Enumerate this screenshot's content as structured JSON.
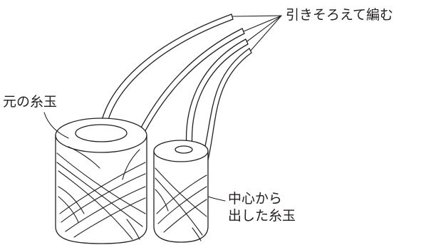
{
  "labels": {
    "bundle": "引きそろえて編む",
    "original_ball": "元の糸玉",
    "center_ball_line1": "中心から",
    "center_ball_line2": "出した糸玉"
  }
}
